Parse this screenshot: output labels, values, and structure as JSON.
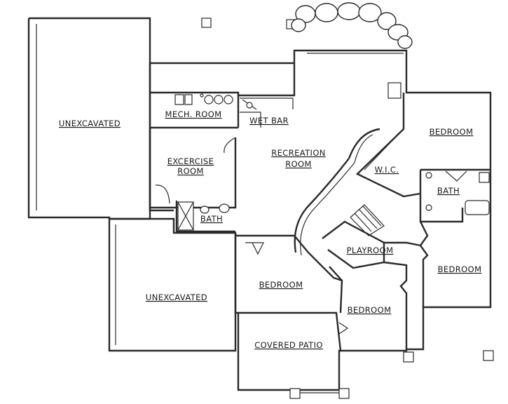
{
  "rooms": {
    "unexcavated_top": "UNEXCAVATED",
    "unexcavated_bottom": "UNEXCAVATED",
    "mech_room": "MECH. ROOM",
    "wet_bar": "WET BAR",
    "recreation_line1": "RECREATION",
    "recreation_line2": "ROOM",
    "exercise_line1": "EXCERCISE",
    "exercise_line2": "ROOM",
    "bath_left": "BATH",
    "wic": "W.I.C.",
    "bath_right": "BATH",
    "bedroom_top_right": "BEDROOM",
    "bedroom_right": "BEDROOM",
    "playroom": "PLAYROOM",
    "bedroom_center": "BEDROOM",
    "bedroom_bottom": "BEDROOM",
    "covered_patio": "COVERED PATIO"
  },
  "colors": {
    "line": "#2a2a2a",
    "background": "#ffffff"
  }
}
